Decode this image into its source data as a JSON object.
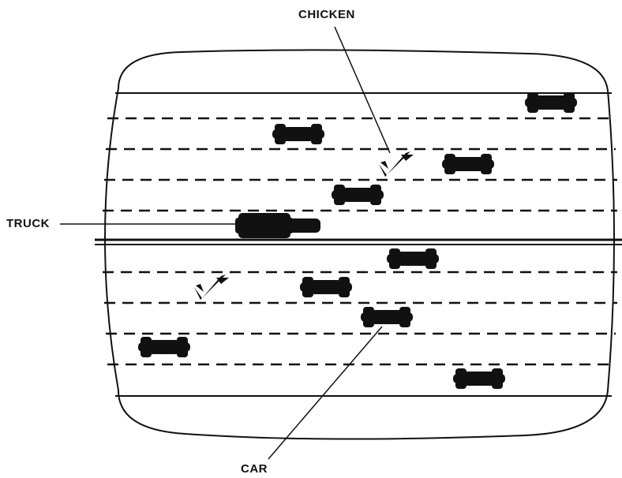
{
  "labels": {
    "chicken": "CHICKEN",
    "truck": "TRUCK",
    "car": "CAR"
  },
  "colors": {
    "ink": "#111111",
    "background": "#ffffff"
  },
  "icons": {
    "car": "car-icon",
    "truck": "truck-icon",
    "chicken": "chicken-icon"
  }
}
